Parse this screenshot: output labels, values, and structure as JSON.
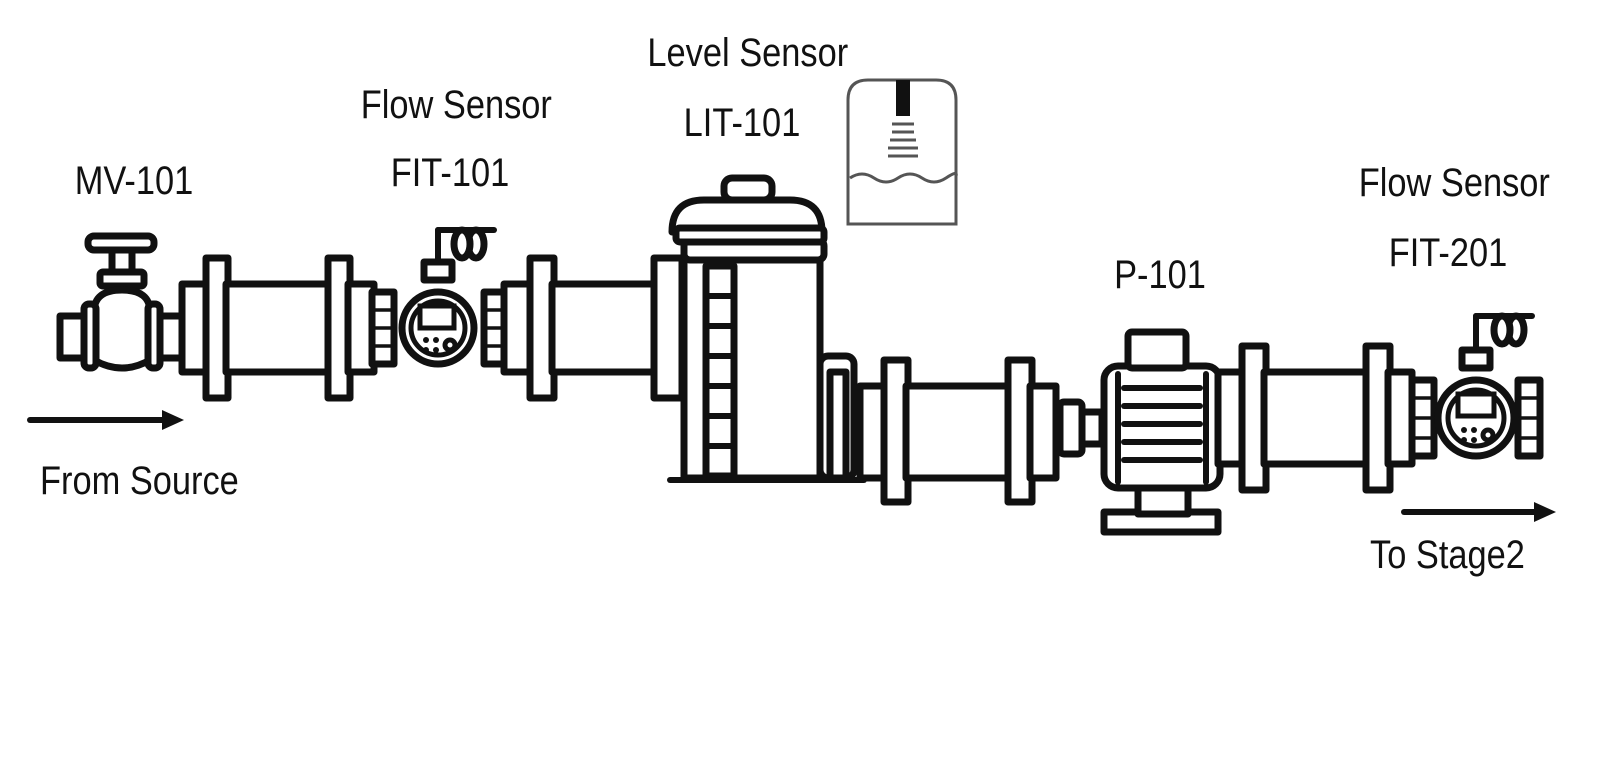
{
  "labels": {
    "mv101": "MV-101",
    "flow_sensor_1_title": "Flow Sensor",
    "flow_sensor_1_id": "FIT-101",
    "level_sensor_title": "Level Sensor",
    "level_sensor_id": "LIT-101",
    "pump_id": "P-101",
    "flow_sensor_2_title": "Flow Sensor",
    "flow_sensor_2_id": "FIT-201",
    "from_source": "From Source",
    "to_stage2": "To Stage2"
  },
  "colors": {
    "stroke": "#111111",
    "background": "#ffffff",
    "level_icon": "#555555"
  },
  "icons": [
    "gate-valve-icon",
    "flow-meter-icon",
    "tank-icon",
    "level-sensor-icon",
    "pump-motor-icon",
    "flow-arrow-icon"
  ]
}
